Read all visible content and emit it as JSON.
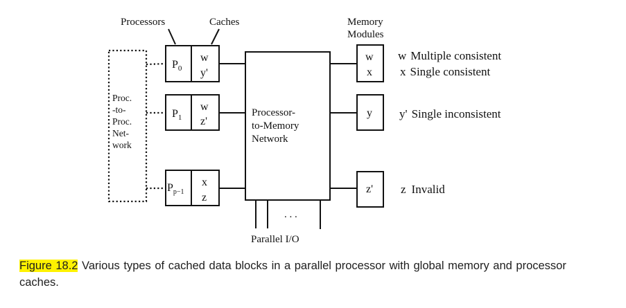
{
  "diagram": {
    "labels": {
      "processors": "Processors",
      "caches": "Caches",
      "memory_modules_line1": "Memory",
      "memory_modules_line2": "Modules",
      "network_line1": "Processor-",
      "network_line2": "to-Memory",
      "network_line3": "Network",
      "p2p_line1": "Proc.",
      "p2p_line2": "-to-",
      "p2p_line3": "Proc.",
      "p2p_line4": "Net-",
      "p2p_line5": "work",
      "parallel_io": "Parallel I/O",
      "io_ellipsis": ". . ."
    },
    "processors": [
      {
        "name": "P",
        "subscript": "0",
        "cache": [
          "w",
          "y'"
        ]
      },
      {
        "name": "P",
        "subscript": "1",
        "cache": [
          "w",
          "z'"
        ]
      },
      {
        "name": "P",
        "subscript": "p−1",
        "cache": [
          "x",
          "z"
        ]
      }
    ],
    "memory_modules": [
      {
        "contents": [
          "w",
          "x"
        ]
      },
      {
        "contents": [
          "y"
        ]
      },
      {
        "contents": [
          "z'"
        ]
      }
    ],
    "legend": [
      {
        "symbol": "w",
        "text": "Multiple consistent"
      },
      {
        "symbol": "x",
        "text": "Single consistent"
      },
      {
        "symbol": "y'",
        "text": "Single inconsistent"
      },
      {
        "symbol": "z",
        "text": "Invalid"
      }
    ]
  },
  "caption": {
    "label": "Figure 18.2",
    "text": " Various types of cached data blocks in a parallel processor with global memory and processor caches.",
    "highlight_color": "#fff200"
  }
}
